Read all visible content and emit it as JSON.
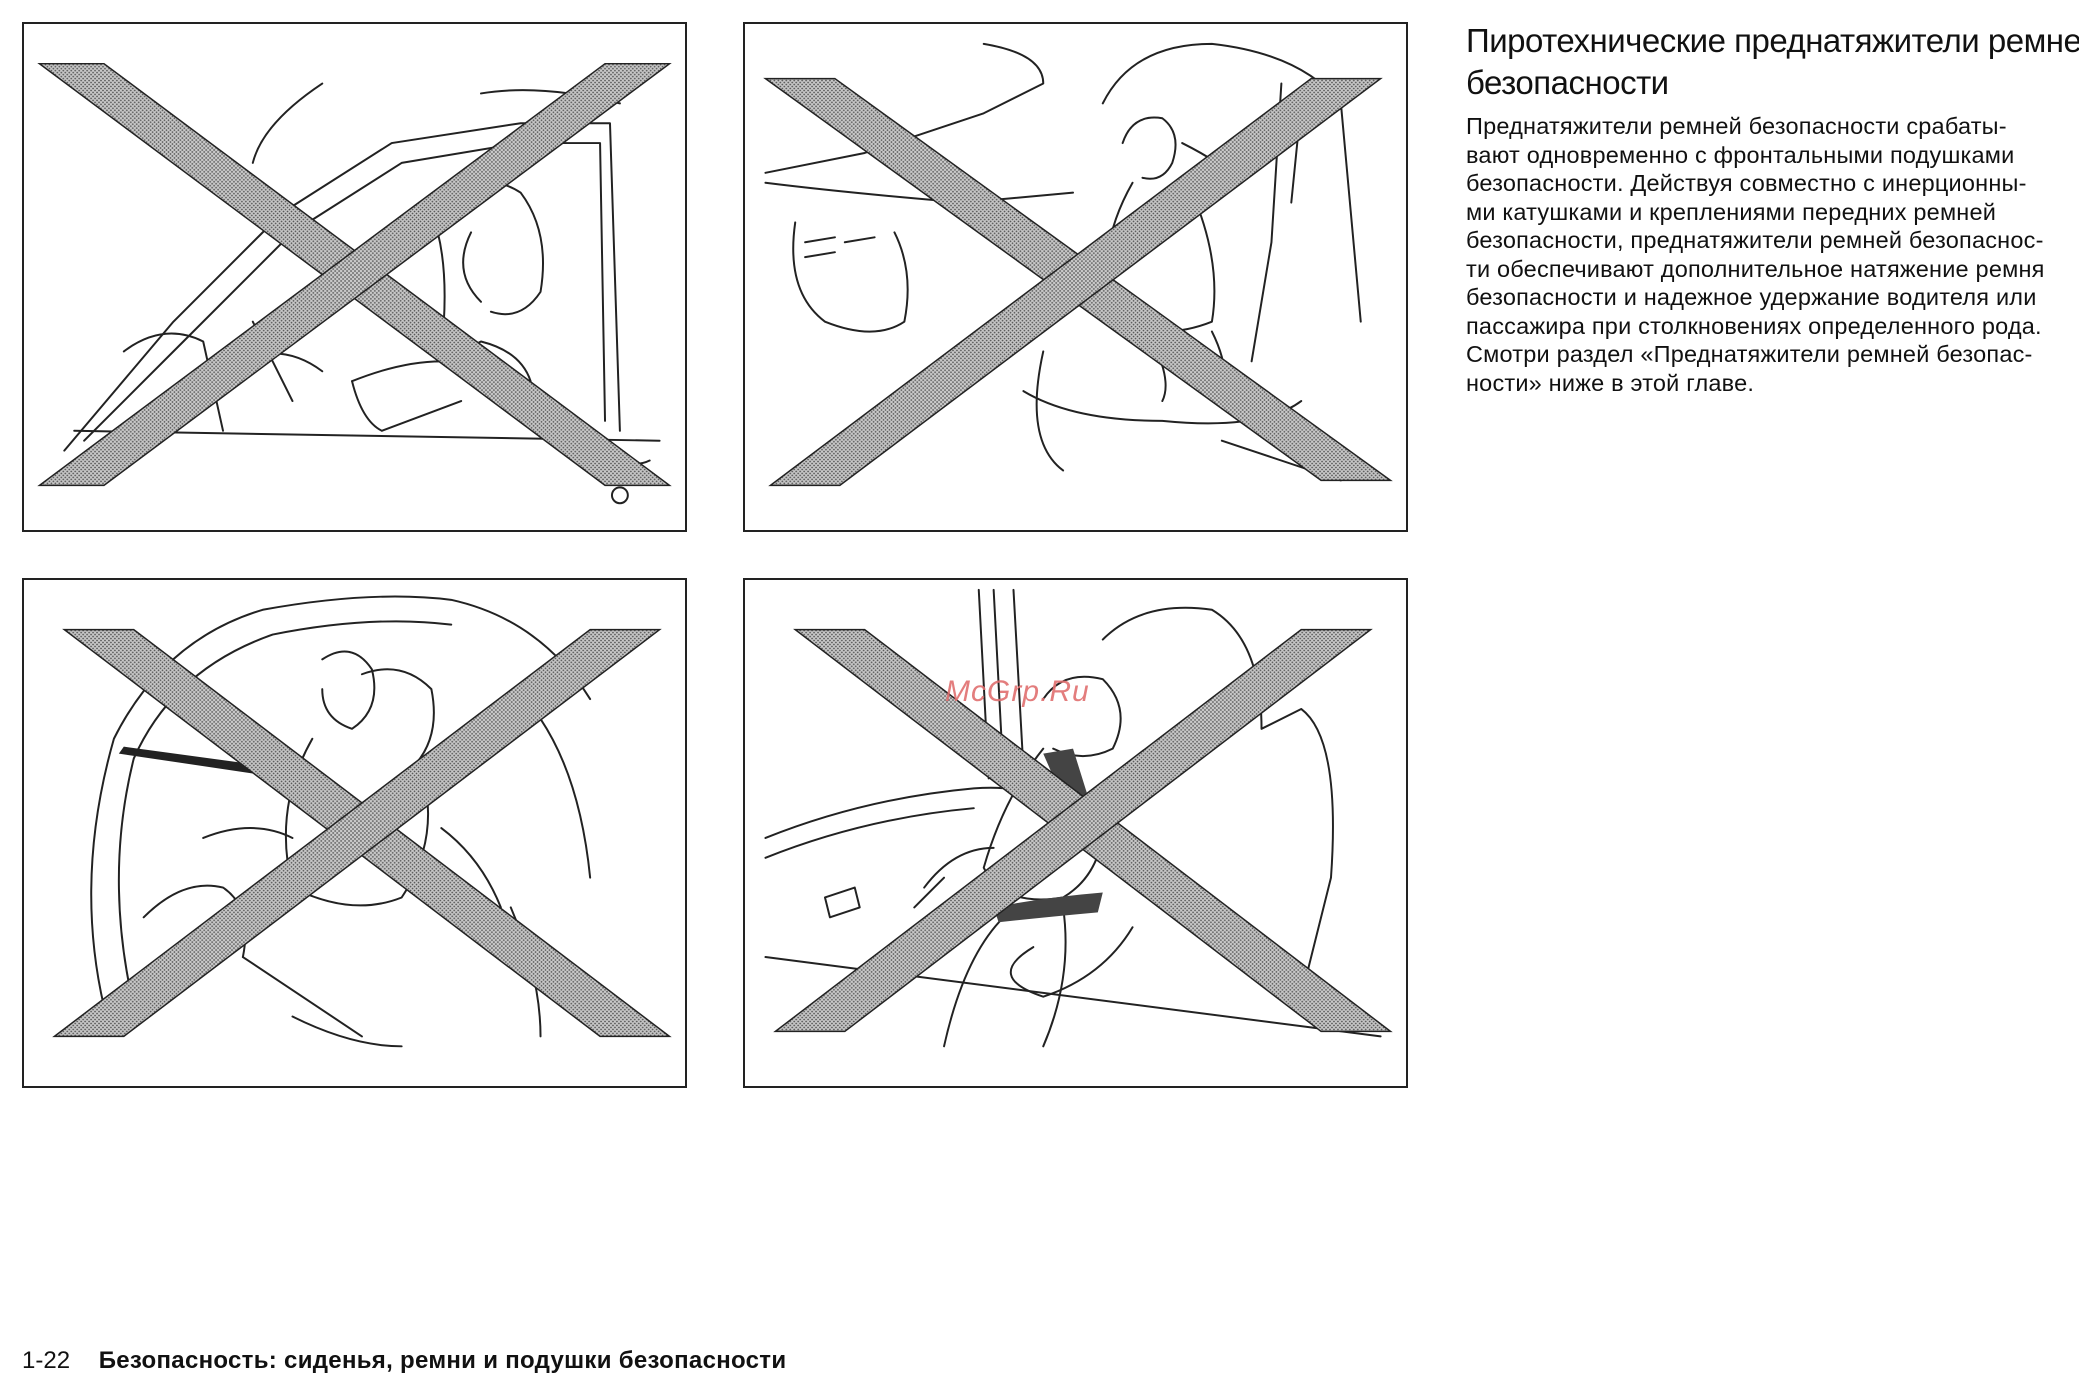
{
  "figures": [
    {
      "id": "p1",
      "icon": "prohibited-lean-on-door-icon"
    },
    {
      "id": "p2",
      "icon": "prohibited-child-on-lap-icon"
    },
    {
      "id": "p3",
      "icon": "prohibited-rear-passenger-icon"
    },
    {
      "id": "p4",
      "icon": "prohibited-child-belt-icon"
    }
  ],
  "section": {
    "title_lines": [
      "Пиротехнические преднатяжители ремней",
      "безопасности"
    ],
    "body_lines": [
      "Преднатяжители ремней безопасности срабаты-",
      "вают одновременно с фронтальными подушками",
      "безопасности. Действуя совместно с инерционны-",
      "ми катушками и креплениями передних ремней",
      "безопасности, преднатяжители ремней безопаснос-",
      "ти обеспечивают дополнительное натяжение ремня",
      "безопасности и надежное удержание водителя или",
      "пассажира при столкновениях определенного рода.",
      "Смотри раздел «Преднатяжители ремней безопас-",
      "ности» ниже в этой главе."
    ]
  },
  "watermark": "McGrp.Ru",
  "footer": {
    "page_number": "1-22",
    "chapter_title": "Безопасность: сиденья, ремни и подушки безопасности"
  }
}
